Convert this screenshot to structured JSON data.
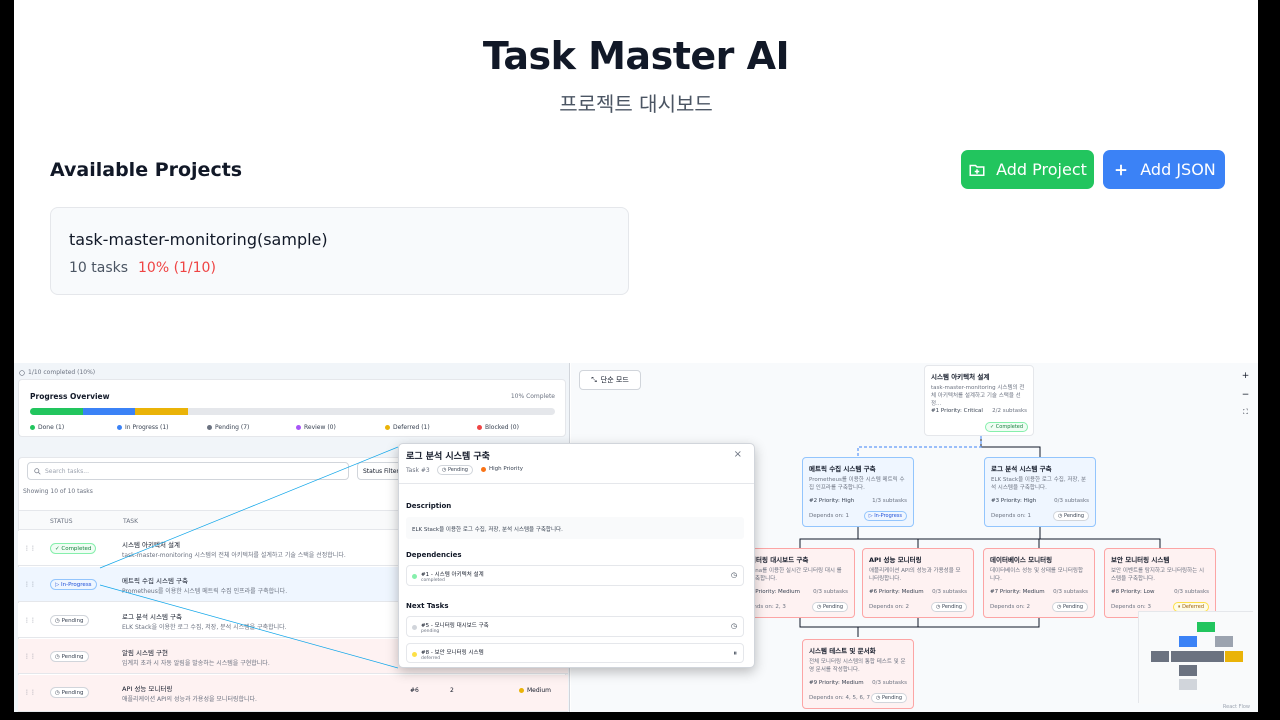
{
  "header": {
    "title": "Task Master AI",
    "subtitle": "프로젝트 대시보드"
  },
  "projects": {
    "section_title": "Available Projects",
    "add_project_label": "Add Project",
    "add_json_label": "Add JSON",
    "items": [
      {
        "name": "task-master-monitoring(sample)",
        "tasks": "10 tasks",
        "progress": "10% (1/10)"
      }
    ]
  },
  "left_panel": {
    "completed_summary": "1/10 completed (10%)",
    "progress_title": "Progress Overview",
    "progress_pct": "10% Complete",
    "progress_segments": {
      "done": 0.1,
      "in_progress": 0.1,
      "pending": 0.1
    },
    "legend": [
      "Done (1)",
      "In Progress (1)",
      "Pending (7)",
      "Review (0)",
      "Deferred (1)",
      "Blocked (0)"
    ],
    "search_placeholder": "Search tasks...",
    "status_filter": "Status Filter",
    "showing": "Showing 10 of 10 tasks",
    "col_status": "STATUS",
    "col_task": "TASK",
    "rows": [
      {
        "status": "Completed",
        "title": "시스템 아키텍처 설계",
        "desc": "task-master-monitoring 시스템의 전체 아키텍처를 설계하고 기술 스택을 선정합니다."
      },
      {
        "status": "In-Progress",
        "title": "메트릭 수집 시스템 구축",
        "desc": "Prometheus를 이용한 시스템 메트릭 수집 인프라를 구축합니다."
      },
      {
        "status": "Pending",
        "title": "로그 분석 시스템 구축",
        "desc": "ELK Stack을 이용한 로그 수집, 저장, 분석 시스템을 구축합니다."
      },
      {
        "status": "Pending",
        "title": "알림 시스템 구현",
        "desc": "임계치 초과 시 자동 알림을 발송하는 시스템을 구현합니다."
      },
      {
        "status": "Pending",
        "title": "API 성능 모니터링",
        "desc": "애플리케이션 API의 성능과 가용성을 모니터링합니다.",
        "id": "#6",
        "deps": "2",
        "priority": "Medium"
      }
    ]
  },
  "modal": {
    "title": "로그 분석 시스템 구축",
    "task_id": "Task #3",
    "status": "Pending",
    "priority": "High Priority",
    "desc_label": "Description",
    "desc": "ELK Stack을 이용한 로그 수집, 저장, 분석 시스템을 구축합니다.",
    "deps_label": "Dependencies",
    "deps": [
      {
        "title": "#1 - 시스템 아키텍처 설계",
        "status": "completed"
      }
    ],
    "next_label": "Next Tasks",
    "next": [
      {
        "title": "#5 - 모니터링 대시보드 구축",
        "status": "pending"
      },
      {
        "title": "#8 - 보안 모니터링 시스템",
        "status": "deferred"
      }
    ]
  },
  "graph": {
    "simple_mode": "단순 모드",
    "react_flow": "React Flow",
    "nodes": [
      {
        "title": "시스템 아키텍처 설계",
        "desc": "task-master-monitoring 시스템의 전체 아키텍처를 설계하고 기술 스택을 선정...",
        "id": "#1",
        "priority": "Priority: Critical",
        "subtasks": "2/2 subtasks",
        "status": "Completed"
      },
      {
        "title": "메트릭 수집 시스템 구축",
        "desc": "Prometheus를 이용한 시스템 메트릭 수집 인프라를 구축합니다.",
        "id": "#2",
        "priority": "Priority: High",
        "subtasks": "1/3 subtasks",
        "depends": "Depends on: 1",
        "status": "In-Progress"
      },
      {
        "title": "로그 분석 시스템 구축",
        "desc": "ELK Stack을 이용한 로그 수집, 저장, 분석 시스템을 구축합니다.",
        "id": "#3",
        "priority": "Priority: High",
        "subtasks": "0/3 subtasks",
        "depends": "Depends on: 1",
        "status": "Pending"
      },
      {
        "title": "니터링 대시보드 구축",
        "desc": "fana를 이용한 실시간 모니터링 대시 를 구축합니다.",
        "id": "5",
        "priority": "Priority: Medium",
        "subtasks": "0/3 subtasks",
        "depends": "ends on: 2, 3",
        "status": "Pending"
      },
      {
        "title": "API 성능 모니터링",
        "desc": "애플리케이션 API의 성능과 가용성을 모 니터링합니다.",
        "id": "#6",
        "priority": "Priority: Medium",
        "subtasks": "0/3 subtasks",
        "depends": "Depends on: 2",
        "status": "Pending"
      },
      {
        "title": "데이터베이스 모니터링",
        "desc": "데이터베이스 성능 및 상태를 모니터링합 니다.",
        "id": "#7",
        "priority": "Priority: Medium",
        "subtasks": "0/3 subtasks",
        "depends": "Depends on: 2",
        "status": "Pending"
      },
      {
        "title": "보안 모니터링 시스템",
        "desc": "보안 이벤트를 탐지하고 모니터링하는 시 스템을 구축합니다.",
        "id": "#8",
        "priority": "Priority: Low",
        "subtasks": "0/3 subtasks",
        "depends": "Depends on: 3",
        "status": "Deferred"
      },
      {
        "title": "시스템 테스트 및 문서화",
        "desc": "전체 모니터링 시스템의 통합 테스트 및 운영 문서를 작성합니다.",
        "id": "#9",
        "priority": "Priority: Medium",
        "subtasks": "0/3 subtasks",
        "depends": "Depends on: 4, 5, 6, 7",
        "status": "Pending"
      }
    ]
  },
  "colors": {
    "green": "#22c55e",
    "blue": "#3b82f6",
    "yellow": "#eab308",
    "red": "#ef4444"
  }
}
